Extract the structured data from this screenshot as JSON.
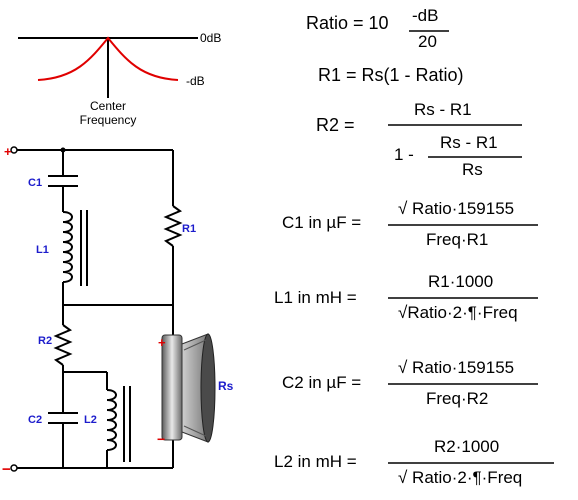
{
  "response_plot": {
    "zero_db_label": "0dB",
    "minus_db_label": "-dB",
    "center_label_line1": "Center",
    "center_label_line2": "Frequency"
  },
  "circuit": {
    "plus_input": "+",
    "minus_input": "−",
    "C1": "C1",
    "L1": "L1",
    "R1": "R1",
    "R2": "R2",
    "C2": "C2",
    "L2": "L2",
    "Rs": "Rs",
    "speaker_plus": "+",
    "speaker_minus": "−"
  },
  "formulas": {
    "ratio_left": "Ratio = 10",
    "ratio_exp_num": "-dB",
    "ratio_exp_den": "20",
    "r1": "R1 = Rs(1 - Ratio)",
    "r2_lhs": "R2 =",
    "r2_num": "Rs - R1",
    "r2_den_prefix": "1 -",
    "r2_den_num": "Rs - R1",
    "r2_den_den": "Rs",
    "c1_lhs": "C1 in µF =",
    "c1_num": "√ Ratio·159155",
    "c1_den": "Freq·R1",
    "l1_lhs": "L1 in mH =",
    "l1_num": "R1·1000",
    "l1_den": "√Ratio·2·¶·Freq",
    "c2_lhs": "C2 in µF =",
    "c2_num": "√ Ratio·159155",
    "c2_den": "Freq·R2",
    "l2_lhs": "L2 in mH =",
    "l2_num": "R2·1000",
    "l2_den": "√ Ratio·2·¶·Freq"
  },
  "colors": {
    "curve": "#e00000",
    "component_label": "#1c1ccc",
    "terminal": "#e00000"
  }
}
